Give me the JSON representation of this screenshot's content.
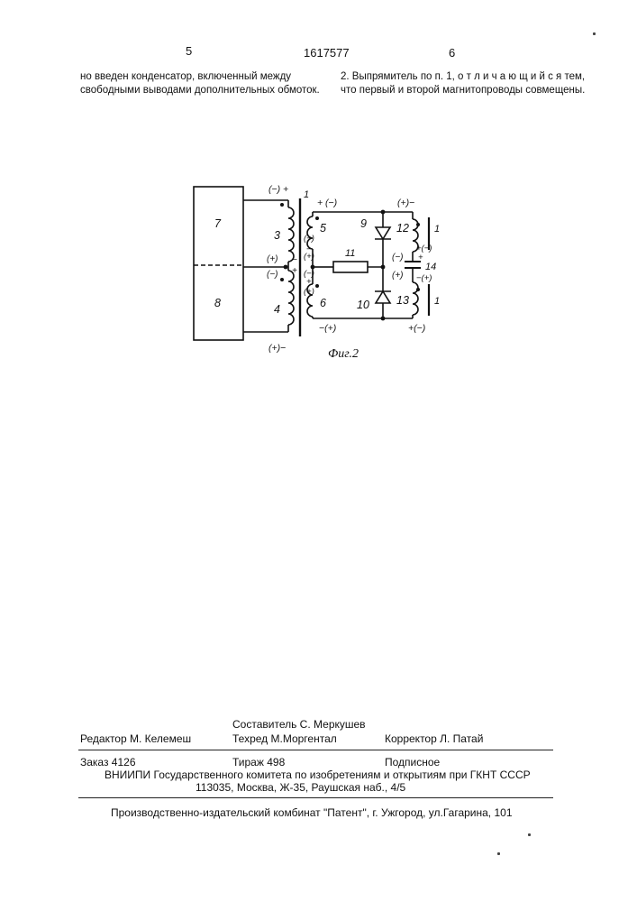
{
  "header": {
    "left_page": "5",
    "patent_number": "1617577",
    "right_page": "6"
  },
  "left_column": {
    "text": "но введен конденсатор, включенный между свободными выводами дополнительных обмоток."
  },
  "right_column": {
    "text": "2. Выпрямитель по п. 1, о т л и ч а ю щ и й с я тем, что первый и второй магнитопроводы совмещены."
  },
  "figure": {
    "caption": "Фиг.2",
    "block_upper": "7",
    "block_lower": "8",
    "labels": {
      "pol_top_left": "(−) +",
      "core_1_top": "1",
      "winding_3": "3",
      "pol_mid_left_a": "(+)",
      "pol_mid_left_b": "(−)",
      "pol_mid_right_a": "−",
      "pol_mid_right_b": "+",
      "winding_4": "4",
      "pol_bottom_left": "(+)−",
      "pol_top_mid": "+ (−)",
      "winding_5": "5",
      "pol_5_a": "(−)",
      "pol_5_b": "−",
      "pol_5_c": "(+)",
      "pol_6_a": "(−)",
      "pol_6_b": "+",
      "pol_6_c": "(+)",
      "winding_6": "6",
      "pol_bottom_mid": "−(+)",
      "diode_9": "9",
      "resistor_11": "11",
      "diode_10": "10",
      "pol_top_right": "(+)−",
      "winding_12": "12",
      "core_1_right_top": "1",
      "pol_cap_a": "(−)",
      "pol_cap_b": "+(−)",
      "pol_cap_c": "+",
      "cap_14": "14",
      "pol_cap_d": "(+)",
      "pol_cap_e": "−(+)",
      "winding_13": "13",
      "core_1_right_bottom": "1",
      "pol_bottom_right": "+(−)"
    }
  },
  "colophon": {
    "compiler": "Составитель С. Меркушев",
    "editor": "Редактор  М. Келемеш",
    "techred": "Техред М.Моргентал",
    "corrector": "Корректор  Л. Патай",
    "order": "Заказ  4126",
    "circulation": "Тираж 498",
    "subscription": "Подписное",
    "institute": "ВНИИПИ Государственного комитета по изобретениям и открытиям при ГКНТ СССР",
    "address": "113035, Москва, Ж-35, Раушская наб., 4/5",
    "publisher": "Производственно-издательский комбинат \"Патент\", г. Ужгород, ул.Гагарина, 101"
  }
}
